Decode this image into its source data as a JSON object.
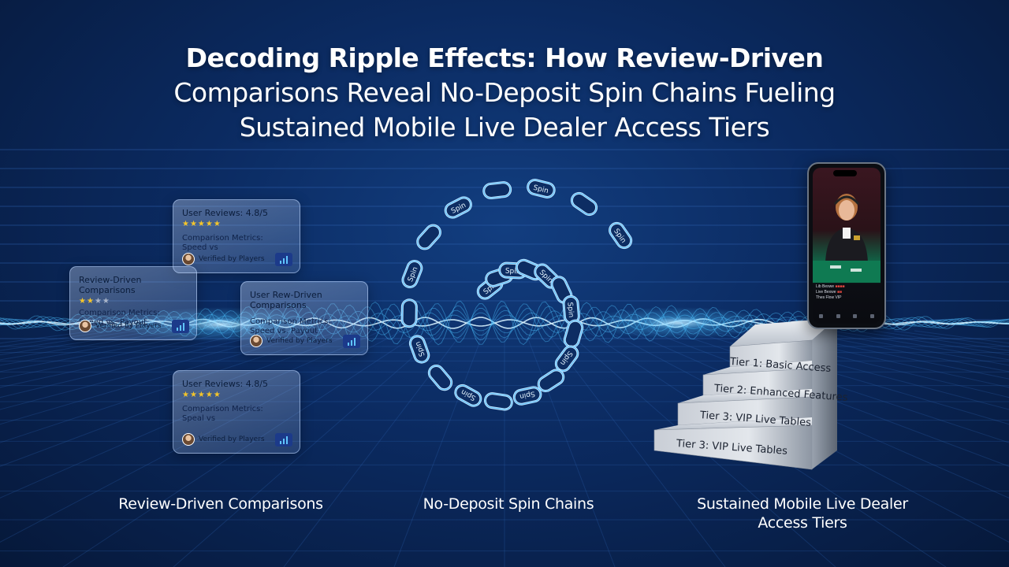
{
  "title": {
    "line1": "Decoding Ripple Effects: How Review-Driven",
    "line2": "Comparisons Reveal No-Deposit Spin Chains Fueling",
    "line3": "Sustained Mobile Live Dealer Access Tiers"
  },
  "review_cards": [
    {
      "title": "User Reviews: 4.8/5",
      "rating": 4.8,
      "metric": "Comparison Metrics: Speed vs",
      "footer": "Verified by Players"
    },
    {
      "title": "Review-Driven Comparisons",
      "rating": 2.5,
      "metric": "Comparison Metrics: Speed vs. Payout",
      "footer": "Verified by Players"
    },
    {
      "title": "User Rew-Driven Comparisons",
      "metric": "Comparison Metrics: Speed vs. Payout",
      "footer": "Verified by Players"
    },
    {
      "title": "User Reviews: 4.8/5",
      "rating": 4.8,
      "metric": "Comparison Metrics: Speal vs",
      "footer": "Verified by Players"
    }
  ],
  "chain_link_text": "Spin",
  "phone_rows": [
    "Lib Bexwe",
    "Live Bexwe",
    "Thes Flow VIP"
  ],
  "tiers": [
    "Tier 1: Basic Access",
    "Tier 2: Enhanced Features",
    "Tier 3: VIP Live Tables",
    "Tier 3: VIP Live Tables"
  ],
  "captions": {
    "left": "Review-Driven Comparisons",
    "center": "No-Deposit Spin Chains",
    "right_line1": "Sustained Mobile Live Dealer",
    "right_line2": "Access Tiers"
  },
  "colors": {
    "background": "#0b2a60",
    "wave": "#4cc2ff",
    "star": "#f4c52a"
  }
}
